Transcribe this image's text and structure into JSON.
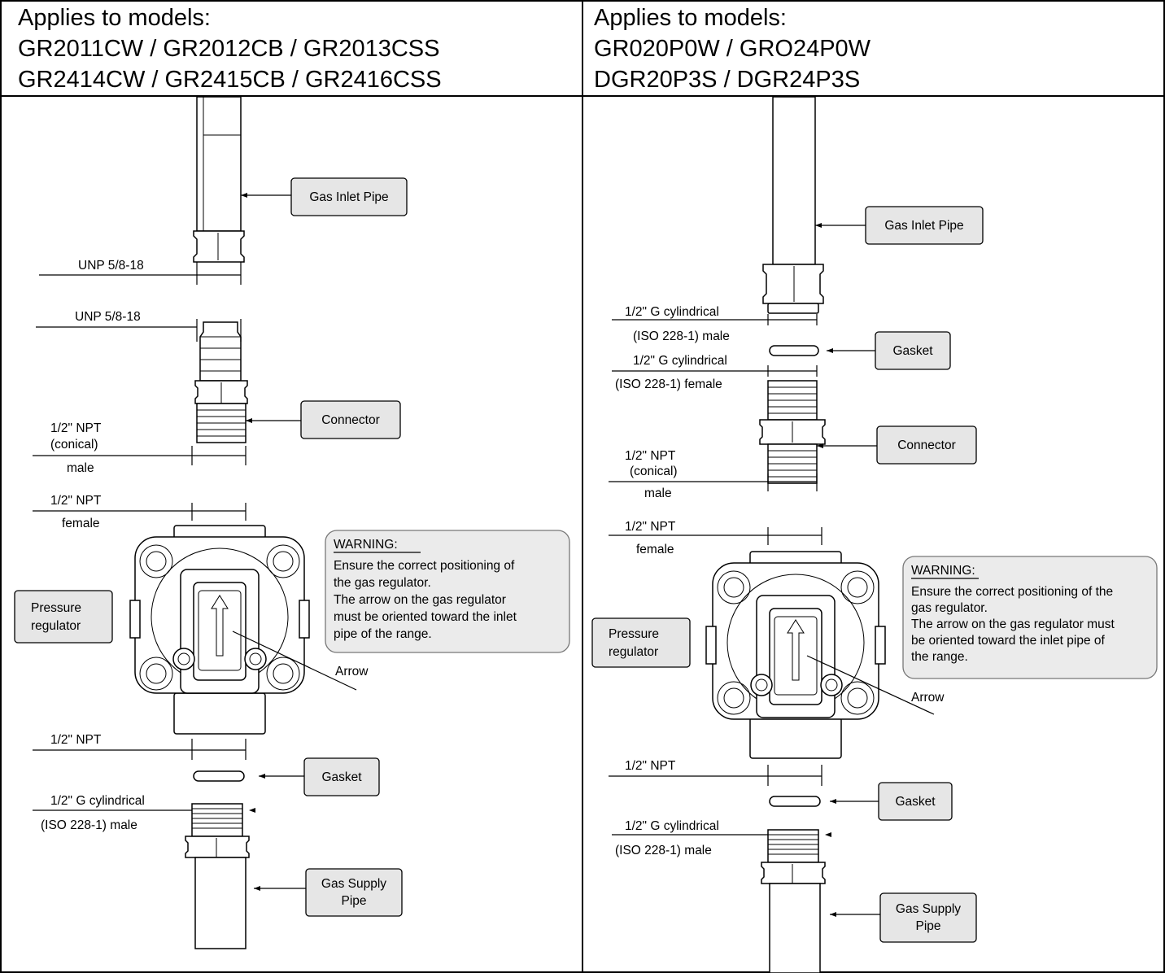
{
  "left_panel": {
    "header_lines": [
      "Applies to models:",
      "GR2011CW / GR2012CB / GR2013CSS",
      "GR2414CW / GR2415CB / GR2416CSS"
    ],
    "labels": {
      "gas_inlet_pipe": "Gas Inlet Pipe",
      "unp_top": "UNP 5/8-18",
      "unp_connector": "UNP 5/8-18",
      "connector": "Connector",
      "npt_male_1": "1/2\"  NPT",
      "npt_male_2": "(conical)",
      "npt_male_3": "male",
      "npt_female_1": "1/2\"  NPT",
      "npt_female_2": "female",
      "pressure_regulator_1": "Pressure",
      "pressure_regulator_2": "regulator",
      "warning_title": "WARNING:",
      "warning_lines": [
        "Ensure the correct positioning of",
        "the gas regulator.",
        "The arrow on the gas regulator",
        "must be oriented toward the inlet",
        "pipe of the range."
      ],
      "arrow": "Arrow",
      "npt_bottom": "1/2\"  NPT",
      "gasket": "Gasket",
      "g_cyl_1": "1/2\" G cylindrical",
      "g_cyl_2": "(ISO 228-1) male",
      "gas_supply_pipe_1": "Gas Supply",
      "gas_supply_pipe_2": "Pipe"
    }
  },
  "right_panel": {
    "header_lines": [
      "Applies to models:",
      "GR020P0W / GRO24P0W",
      "DGR20P3S / DGR24P3S"
    ],
    "labels": {
      "gas_inlet_pipe": "Gas Inlet Pipe",
      "g_cyl_top_1": "1/2\" G cylindrical",
      "g_cyl_top_2": "(ISO 228-1) male",
      "g_cyl_top_3": "1/2\" G cylindrical",
      "g_cyl_top_4": "(ISO 228-1) female",
      "gasket_top": "Gasket",
      "connector": "Connector",
      "npt_male_1": "1/2\"  NPT",
      "npt_male_2": "(conical)",
      "npt_male_3": "male",
      "npt_female_1": "1/2\"  NPT",
      "npt_female_2": "female",
      "pressure_regulator_1": "Pressure",
      "pressure_regulator_2": "regulator",
      "warning_title": "WARNING:",
      "warning_lines": [
        "Ensure the correct positioning of the",
        "gas regulator.",
        "The arrow on the gas regulator must",
        "be oriented toward the inlet pipe of",
        "the range."
      ],
      "arrow": "Arrow",
      "npt_bottom": "1/2\"  NPT",
      "gasket": "Gasket",
      "g_cyl_1": "1/2\" G cylindrical",
      "g_cyl_2": "(ISO 228-1) male",
      "gas_supply_pipe_1": "Gas Supply",
      "gas_supply_pipe_2": "Pipe"
    }
  }
}
